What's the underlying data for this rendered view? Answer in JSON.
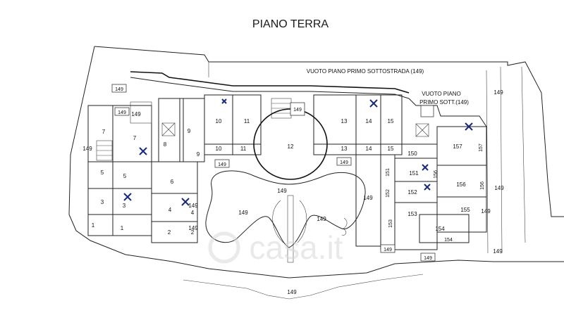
{
  "title": "PIANO TERRA",
  "notes": {
    "vuoto_sottostrada": "VUOTO PIANO PRIMO SOTTOSTRADA (149)",
    "vuoto_sott_line1": "VUOTO PIANO",
    "vuoto_sott_line2": "PRIMO SOTT.(149)"
  },
  "watermark": "casa.it",
  "rooms": {
    "r1": "1",
    "r2": "2",
    "r3a": "3",
    "r3b": "3",
    "r4a": "4",
    "r4b": "4",
    "r5a": "5",
    "r5b": "5",
    "r6": "6",
    "r7a": "7",
    "r7b": "7",
    "r8": "8",
    "r9a": "9",
    "r9b": "9",
    "r10a": "10",
    "r10b": "10",
    "r11a": "11",
    "r11b": "11",
    "r12": "12",
    "r13a": "13",
    "r13b": "13",
    "r14a": "14",
    "r14b": "14",
    "r15a": "15",
    "r15b": "15",
    "r150": "150",
    "r151a": "151",
    "r151b": "151",
    "r152a": "152",
    "r152b": "152",
    "r153a": "153",
    "r153b": "153",
    "r154a": "154",
    "r154b": "154",
    "r155": "155",
    "r156a": "156",
    "r156b": "156",
    "r157a": "157",
    "r157b": "157"
  },
  "labels_149": {
    "a": "149",
    "b": "149",
    "c": "149",
    "d": "149",
    "e": "149",
    "f": "149",
    "g": "149",
    "h": "149",
    "i": "149",
    "j": "149",
    "k": "149",
    "l": "149",
    "m": "149",
    "n": "149",
    "o": "149",
    "p": "149",
    "q": "149",
    "r": "149",
    "s": "149",
    "t": "149"
  }
}
